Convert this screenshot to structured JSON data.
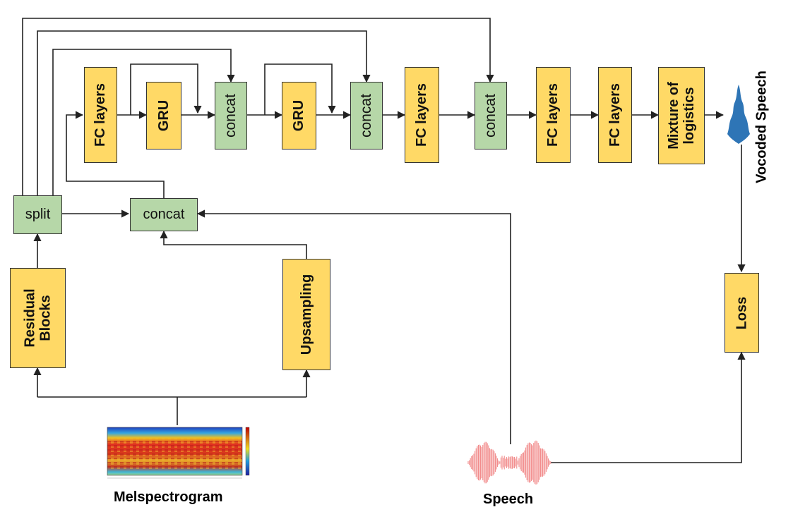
{
  "blocks": {
    "fc1": "FC layers",
    "gru1": "GRU",
    "concat1": "concat",
    "gru2": "GRU",
    "concat2": "concat",
    "fc2": "FC layers",
    "concat3": "concat",
    "fc3": "FC layers",
    "fc4": "FC layers",
    "mixture": "Mixture of\nlogistics",
    "split": "split",
    "concat_input": "concat",
    "residual": "Residual\nBlocks",
    "upsampling": "Upsampling",
    "loss": "Loss"
  },
  "captions": {
    "melspectrogram": "Melspectrogram",
    "speech": "Speech",
    "vocoded": "Vocoded Speech"
  },
  "colors": {
    "layer_block": "#FFD966",
    "merge_block": "#B6D7A8",
    "speech_waveform": "#F08080",
    "vocoded_waveform": "#2E75B6"
  }
}
